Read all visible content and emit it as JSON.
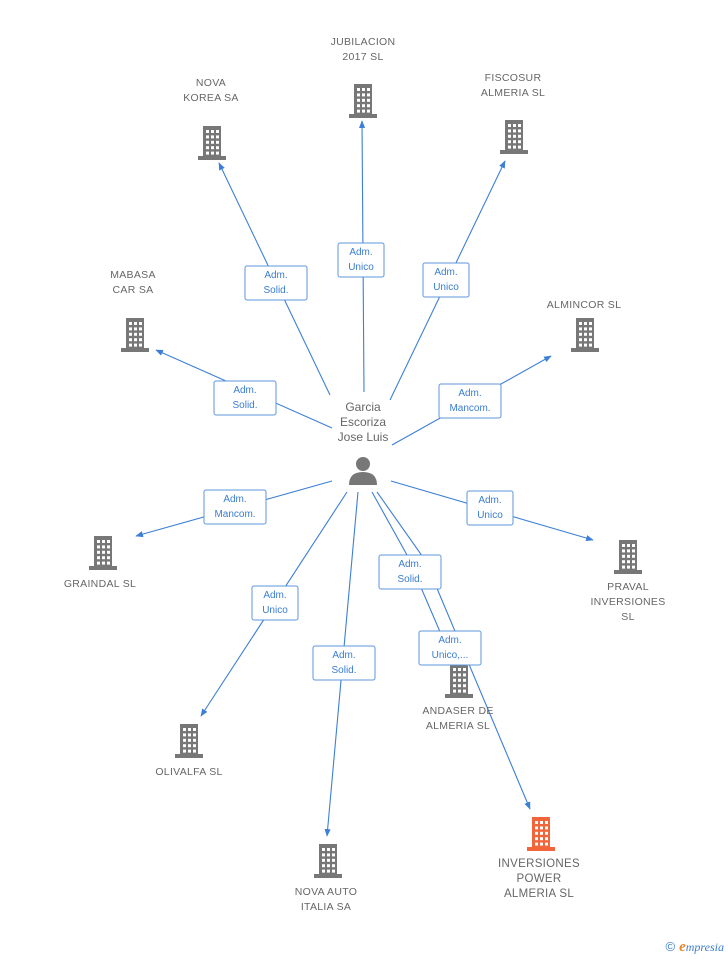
{
  "center": {
    "name_lines": [
      "Garcia",
      "Escoriza",
      "Jose Luis"
    ],
    "icon": "person-icon"
  },
  "companies": [
    {
      "id": "jubilacion",
      "name_lines": [
        "JUBILACION",
        "2017 SL"
      ],
      "highlight": false,
      "icon": "building-icon"
    },
    {
      "id": "nova-korea",
      "name_lines": [
        "NOVA",
        "KOREA SA"
      ],
      "highlight": false,
      "icon": "building-icon"
    },
    {
      "id": "fiscosur",
      "name_lines": [
        "FISCOSUR",
        "ALMERIA SL"
      ],
      "highlight": false,
      "icon": "building-icon"
    },
    {
      "id": "mabasa",
      "name_lines": [
        "MABASA",
        "CAR SA"
      ],
      "highlight": false,
      "icon": "building-icon"
    },
    {
      "id": "almincor",
      "name_lines": [
        "ALMINCOR SL"
      ],
      "highlight": false,
      "icon": "building-icon"
    },
    {
      "id": "graindal",
      "name_lines": [
        "GRAINDAL SL"
      ],
      "highlight": false,
      "icon": "building-icon"
    },
    {
      "id": "praval",
      "name_lines": [
        "PRAVAL",
        "INVERSIONES",
        "SL"
      ],
      "highlight": false,
      "icon": "building-icon"
    },
    {
      "id": "olivalfa",
      "name_lines": [
        "OLIVALFA SL"
      ],
      "highlight": false,
      "icon": "building-icon"
    },
    {
      "id": "andaser",
      "name_lines": [
        "ANDASER DE",
        "ALMERIA SL"
      ],
      "highlight": false,
      "icon": "building-icon"
    },
    {
      "id": "nova-auto",
      "name_lines": [
        "NOVA AUTO",
        "ITALIA SA"
      ],
      "highlight": false,
      "icon": "building-icon"
    },
    {
      "id": "inversiones-power",
      "name_lines": [
        "INVERSIONES",
        "POWER",
        "ALMERIA SL"
      ],
      "highlight": true,
      "icon": "building-icon"
    }
  ],
  "relations": [
    {
      "target": "jubilacion",
      "role_lines": [
        "Adm.",
        "Unico"
      ]
    },
    {
      "target": "nova-korea",
      "role_lines": [
        "Adm.",
        "Solid."
      ]
    },
    {
      "target": "fiscosur",
      "role_lines": [
        "Adm.",
        "Unico"
      ]
    },
    {
      "target": "mabasa",
      "role_lines": [
        "Adm.",
        "Solid."
      ]
    },
    {
      "target": "almincor",
      "role_lines": [
        "Adm.",
        "Mancom."
      ]
    },
    {
      "target": "graindal",
      "role_lines": [
        "Adm.",
        "Mancom."
      ]
    },
    {
      "target": "praval",
      "role_lines": [
        "Adm.",
        "Unico"
      ]
    },
    {
      "target": "olivalfa",
      "role_lines": [
        "Adm.",
        "Unico"
      ]
    },
    {
      "target": "andaser",
      "role_lines": [
        "Adm.",
        "Solid."
      ]
    },
    {
      "target": "inversiones-power",
      "role_lines": [
        "Adm.",
        "Unico,..."
      ]
    },
    {
      "target": "nova-auto",
      "role_lines": [
        "Adm.",
        "Solid."
      ]
    }
  ],
  "colors": {
    "edge": "#3d7fd6",
    "node": "#777777",
    "highlight": "#f2653a",
    "role_text": "#3a7dd2"
  },
  "footer": {
    "copyright": "©",
    "brand_initial": "e",
    "brand_rest": "mpresia"
  }
}
